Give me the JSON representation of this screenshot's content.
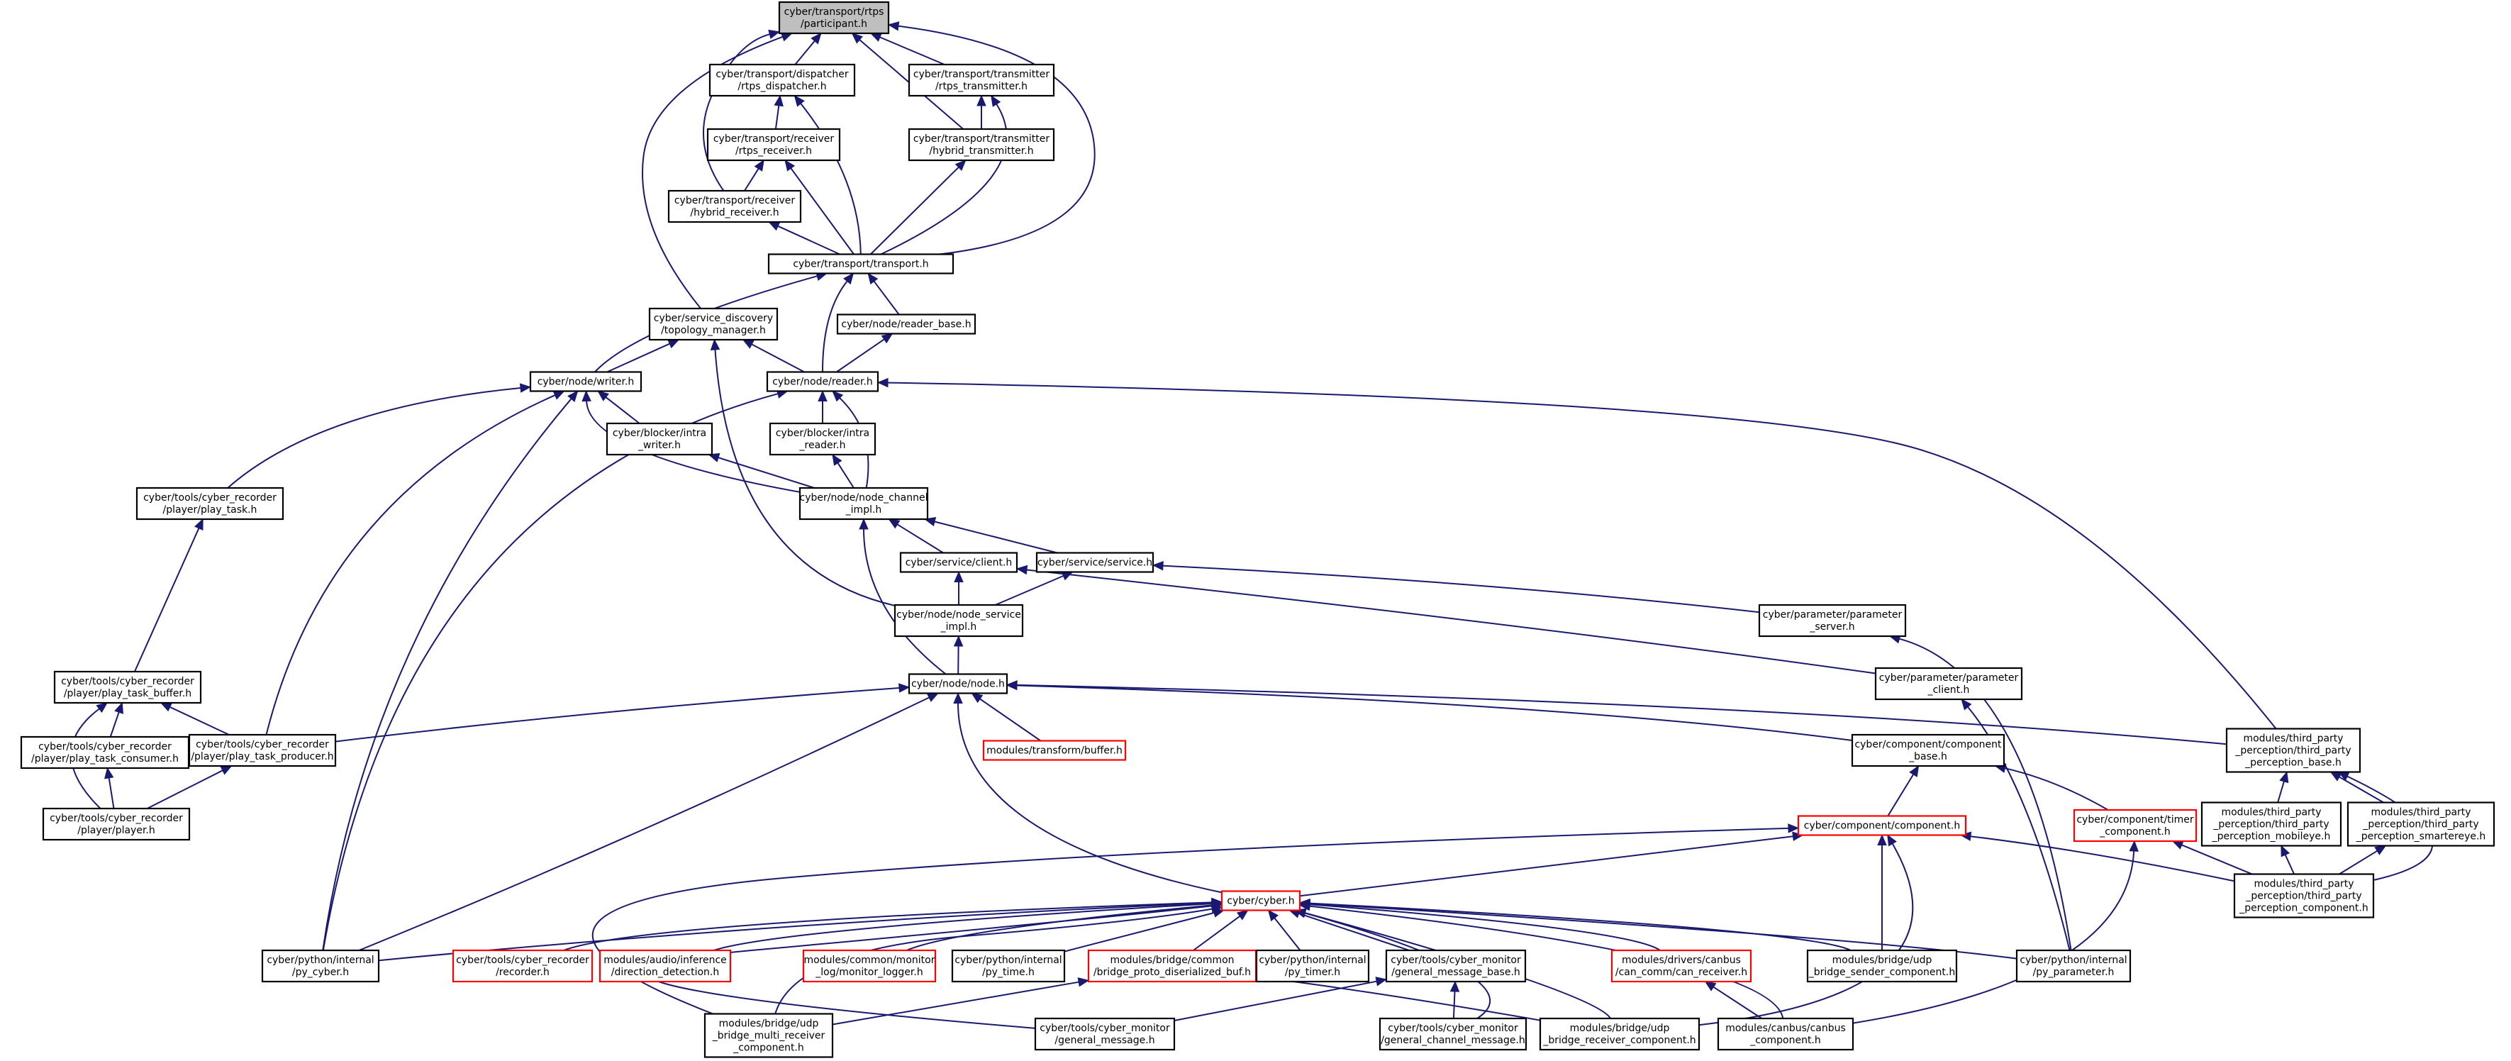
{
  "colors": {
    "edge": "#191970",
    "focus_fill": "#bfbfbf",
    "truncated_border": "#ff0000"
  },
  "nodes": [
    {
      "id": "participant",
      "lines": [
        "cyber/transport/rtps",
        "/participant.h"
      ],
      "focus": true
    },
    {
      "id": "rtps_dispatcher",
      "lines": [
        "cyber/transport/dispatcher",
        "/rtps_dispatcher.h"
      ]
    },
    {
      "id": "rtps_transmitter",
      "lines": [
        "cyber/transport/transmitter",
        "/rtps_transmitter.h"
      ]
    },
    {
      "id": "rtps_receiver",
      "lines": [
        "cyber/transport/receiver",
        "/rtps_receiver.h"
      ]
    },
    {
      "id": "hybrid_transmitter",
      "lines": [
        "cyber/transport/transmitter",
        "/hybrid_transmitter.h"
      ]
    },
    {
      "id": "hybrid_receiver",
      "lines": [
        "cyber/transport/receiver",
        "/hybrid_receiver.h"
      ]
    },
    {
      "id": "transport",
      "lines": [
        "cyber/transport/transport.h"
      ]
    },
    {
      "id": "topology_manager",
      "lines": [
        "cyber/service_discovery",
        "/topology_manager.h"
      ]
    },
    {
      "id": "reader_base",
      "lines": [
        "cyber/node/reader_base.h"
      ]
    },
    {
      "id": "writer",
      "lines": [
        "cyber/node/writer.h"
      ]
    },
    {
      "id": "reader",
      "lines": [
        "cyber/node/reader.h"
      ]
    },
    {
      "id": "intra_writer",
      "lines": [
        "cyber/blocker/intra",
        "_writer.h"
      ]
    },
    {
      "id": "intra_reader",
      "lines": [
        "cyber/blocker/intra",
        "_reader.h"
      ]
    },
    {
      "id": "play_task",
      "lines": [
        "cyber/tools/cyber_recorder",
        "/player/play_task.h"
      ]
    },
    {
      "id": "node_channel_impl",
      "lines": [
        "cyber/node/node_channel",
        "_impl.h"
      ]
    },
    {
      "id": "client",
      "lines": [
        "cyber/service/client.h"
      ]
    },
    {
      "id": "service",
      "lines": [
        "cyber/service/service.h"
      ]
    },
    {
      "id": "node_service_impl",
      "lines": [
        "cyber/node/node_service",
        "_impl.h"
      ]
    },
    {
      "id": "parameter_server",
      "lines": [
        "cyber/parameter/parameter",
        "_server.h"
      ]
    },
    {
      "id": "parameter_client",
      "lines": [
        "cyber/parameter/parameter",
        "_client.h"
      ]
    },
    {
      "id": "play_task_buffer",
      "lines": [
        "cyber/tools/cyber_recorder",
        "/player/play_task_buffer.h"
      ]
    },
    {
      "id": "node",
      "lines": [
        "cyber/node/node.h"
      ]
    },
    {
      "id": "transform_buffer",
      "lines": [
        "modules/transform/buffer.h"
      ],
      "red": true
    },
    {
      "id": "play_task_consumer",
      "lines": [
        "cyber/tools/cyber_recorder",
        "/player/play_task_consumer.h"
      ]
    },
    {
      "id": "play_task_producer",
      "lines": [
        "cyber/tools/cyber_recorder",
        "/player/play_task_producer.h"
      ]
    },
    {
      "id": "component_base",
      "lines": [
        "cyber/component/component",
        "_base.h"
      ]
    },
    {
      "id": "tpp_base",
      "lines": [
        "modules/third_party",
        "_perception/third_party",
        "_perception_base.h"
      ]
    },
    {
      "id": "player",
      "lines": [
        "cyber/tools/cyber_recorder",
        "/player/player.h"
      ]
    },
    {
      "id": "component",
      "lines": [
        "cyber/component/component.h"
      ],
      "red": true
    },
    {
      "id": "timer_component",
      "lines": [
        "cyber/component/timer",
        "_component.h"
      ],
      "red": true
    },
    {
      "id": "tpp_mobileye",
      "lines": [
        "modules/third_party",
        "_perception/third_party",
        "_perception_mobileye.h"
      ]
    },
    {
      "id": "tpp_smartereye",
      "lines": [
        "modules/third_party",
        "_perception/third_party",
        "_perception_smartereye.h"
      ]
    },
    {
      "id": "cyber_h",
      "lines": [
        "cyber/cyber.h"
      ],
      "red": true
    },
    {
      "id": "tpp_component",
      "lines": [
        "modules/third_party",
        "_perception/third_party",
        "_perception_component.h"
      ]
    },
    {
      "id": "py_cyber",
      "lines": [
        "cyber/python/internal",
        "/py_cyber.h"
      ]
    },
    {
      "id": "recorder",
      "lines": [
        "cyber/tools/cyber_recorder",
        "/recorder.h"
      ],
      "red": true
    },
    {
      "id": "direction_detection",
      "lines": [
        "modules/audio/inference",
        "/direction_detection.h"
      ],
      "red": true
    },
    {
      "id": "monitor_logger",
      "lines": [
        "modules/common/monitor",
        "_log/monitor_logger.h"
      ],
      "red": true
    },
    {
      "id": "py_time",
      "lines": [
        "cyber/python/internal",
        "/py_time.h"
      ]
    },
    {
      "id": "bridge_proto",
      "lines": [
        "modules/bridge/common",
        "/bridge_proto_diserialized_buf.h"
      ],
      "red": true
    },
    {
      "id": "py_timer",
      "lines": [
        "cyber/python/internal",
        "/py_timer.h"
      ]
    },
    {
      "id": "general_message_base",
      "lines": [
        "cyber/tools/cyber_monitor",
        "/general_message_base.h"
      ]
    },
    {
      "id": "can_receiver",
      "lines": [
        "modules/drivers/canbus",
        "/can_comm/can_receiver.h"
      ],
      "red": true
    },
    {
      "id": "udp_sender",
      "lines": [
        "modules/bridge/udp",
        "_bridge_sender_component.h"
      ]
    },
    {
      "id": "py_parameter",
      "lines": [
        "cyber/python/internal",
        "/py_parameter.h"
      ]
    },
    {
      "id": "udp_multi_receiver",
      "lines": [
        "modules/bridge/udp",
        "_bridge_multi_receiver",
        "_component.h"
      ]
    },
    {
      "id": "general_message",
      "lines": [
        "cyber/tools/cyber_monitor",
        "/general_message.h"
      ]
    },
    {
      "id": "general_channel_message",
      "lines": [
        "cyber/tools/cyber_monitor",
        "/general_channel_message.h"
      ]
    },
    {
      "id": "udp_receiver",
      "lines": [
        "modules/bridge/udp",
        "_bridge_receiver_component.h"
      ]
    },
    {
      "id": "canbus_component",
      "lines": [
        "modules/canbus/canbus",
        "_component.h"
      ]
    }
  ],
  "edges": [
    [
      "rtps_dispatcher",
      "participant"
    ],
    [
      "rtps_transmitter",
      "participant"
    ],
    [
      "hybrid_transmitter",
      "participant"
    ],
    [
      "hybrid_receiver",
      "participant"
    ],
    [
      "transport",
      "participant"
    ],
    [
      "topology_manager",
      "participant"
    ],
    [
      "rtps_receiver",
      "rtps_dispatcher"
    ],
    [
      "transport",
      "rtps_dispatcher"
    ],
    [
      "hybrid_transmitter",
      "rtps_transmitter"
    ],
    [
      "transport",
      "rtps_transmitter"
    ],
    [
      "hybrid_receiver",
      "rtps_receiver"
    ],
    [
      "transport",
      "rtps_receiver"
    ],
    [
      "transport",
      "hybrid_transmitter"
    ],
    [
      "transport",
      "hybrid_receiver"
    ],
    [
      "reader_base",
      "transport"
    ],
    [
      "writer",
      "transport"
    ],
    [
      "reader",
      "transport"
    ],
    [
      "writer",
      "topology_manager"
    ],
    [
      "reader",
      "topology_manager"
    ],
    [
      "node_service_impl",
      "topology_manager"
    ],
    [
      "reader",
      "reader_base"
    ],
    [
      "intra_writer",
      "writer"
    ],
    [
      "play_task",
      "writer"
    ],
    [
      "node_channel_impl",
      "writer"
    ],
    [
      "play_task_producer",
      "writer"
    ],
    [
      "py_cyber",
      "writer"
    ],
    [
      "intra_reader",
      "reader"
    ],
    [
      "node_channel_impl",
      "reader"
    ],
    [
      "tpp_base",
      "reader"
    ],
    [
      "py_cyber",
      "reader"
    ],
    [
      "node_channel_impl",
      "intra_writer"
    ],
    [
      "node_channel_impl",
      "intra_reader"
    ],
    [
      "play_task_buffer",
      "play_task"
    ],
    [
      "client",
      "node_channel_impl"
    ],
    [
      "service",
      "node_channel_impl"
    ],
    [
      "node",
      "node_channel_impl"
    ],
    [
      "node_service_impl",
      "client"
    ],
    [
      "parameter_client",
      "client"
    ],
    [
      "node_service_impl",
      "service"
    ],
    [
      "parameter_server",
      "service"
    ],
    [
      "node",
      "node_service_impl"
    ],
    [
      "py_parameter",
      "parameter_server"
    ],
    [
      "py_parameter",
      "parameter_client"
    ],
    [
      "play_task_consumer",
      "play_task_buffer"
    ],
    [
      "play_task_producer",
      "play_task_buffer"
    ],
    [
      "player",
      "play_task_buffer"
    ],
    [
      "transform_buffer",
      "node"
    ],
    [
      "component_base",
      "node"
    ],
    [
      "tpp_base",
      "node"
    ],
    [
      "play_task_producer",
      "node"
    ],
    [
      "cyber_h",
      "node"
    ],
    [
      "py_cyber",
      "node"
    ],
    [
      "player",
      "play_task_consumer"
    ],
    [
      "player",
      "play_task_producer"
    ],
    [
      "component",
      "component_base"
    ],
    [
      "timer_component",
      "component_base"
    ],
    [
      "tpp_mobileye",
      "tpp_base"
    ],
    [
      "tpp_smartereye",
      "tpp_base"
    ],
    [
      "tpp_component",
      "tpp_base"
    ],
    [
      "cyber_h",
      "component"
    ],
    [
      "tpp_component",
      "component"
    ],
    [
      "udp_sender",
      "component"
    ],
    [
      "udp_receiver",
      "component"
    ],
    [
      "udp_multi_receiver",
      "component"
    ],
    [
      "tpp_component",
      "timer_component"
    ],
    [
      "canbus_component",
      "timer_component"
    ],
    [
      "tpp_component",
      "tpp_mobileye"
    ],
    [
      "tpp_component",
      "tpp_smartereye"
    ],
    [
      "py_cyber",
      "cyber_h"
    ],
    [
      "recorder",
      "cyber_h"
    ],
    [
      "direction_detection",
      "cyber_h"
    ],
    [
      "monitor_logger",
      "cyber_h"
    ],
    [
      "py_time",
      "cyber_h"
    ],
    [
      "bridge_proto",
      "cyber_h"
    ],
    [
      "py_timer",
      "cyber_h"
    ],
    [
      "general_message_base",
      "cyber_h"
    ],
    [
      "can_receiver",
      "cyber_h"
    ],
    [
      "udp_sender",
      "cyber_h"
    ],
    [
      "py_parameter",
      "cyber_h"
    ],
    [
      "udp_multi_receiver",
      "cyber_h"
    ],
    [
      "general_message",
      "cyber_h"
    ],
    [
      "general_channel_message",
      "cyber_h"
    ],
    [
      "udp_receiver",
      "cyber_h"
    ],
    [
      "canbus_component",
      "cyber_h"
    ],
    [
      "udp_multi_receiver",
      "bridge_proto"
    ],
    [
      "udp_receiver",
      "bridge_proto"
    ],
    [
      "general_message",
      "general_message_base"
    ],
    [
      "general_channel_message",
      "general_message_base"
    ],
    [
      "canbus_component",
      "can_receiver"
    ]
  ]
}
